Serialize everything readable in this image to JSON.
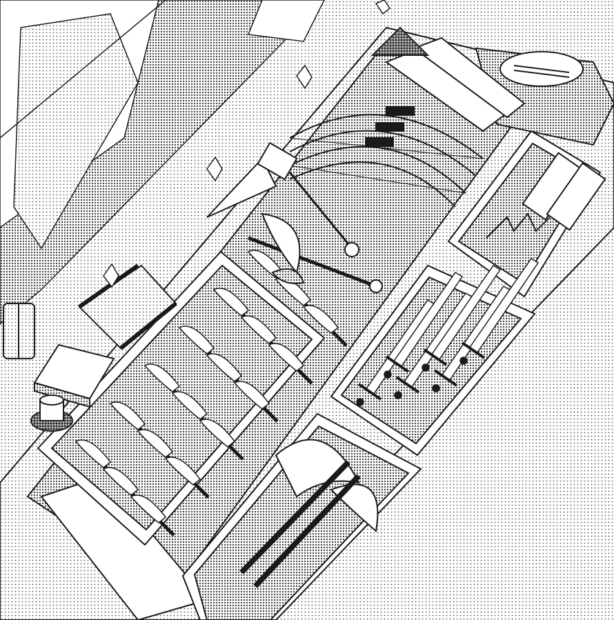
{
  "scene": {
    "style": "manga-screentone-lineart",
    "subject": "weapon-shop-display",
    "colors": {
      "ink": "#1a1a1a",
      "paper": "#ffffff",
      "tone_light": "#d9d9d9",
      "tone_mid": "#a8a8a8",
      "tone_dark": "#6e6e6e",
      "felt": "#8c8c8c"
    },
    "icons": {
      "knife": "knife-icon",
      "sword": "sword-icon",
      "bow": "bow-icon",
      "arrow_bundle": "arrow-bundle-icon",
      "scroll": "scroll-icon",
      "axe": "double-axe-icon",
      "mace": "mace-icon",
      "book": "book-icon",
      "candle": "candle-icon",
      "crystal": "crystal-icon",
      "lantern": "lantern-icon"
    },
    "items": {
      "knife_count": 18,
      "sword_count": 6,
      "bow_count": 4,
      "arrow_bundle_count": 3,
      "scroll_count": 2,
      "double_axe_count": 2
    }
  }
}
